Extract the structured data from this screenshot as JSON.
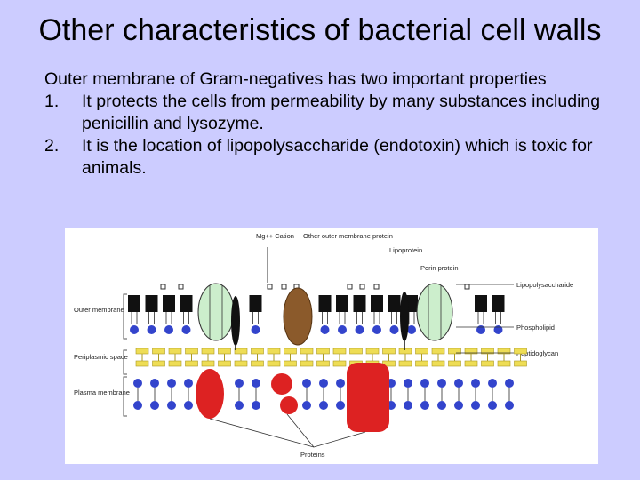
{
  "slide": {
    "title": "Other characteristics of bacterial cell walls",
    "intro": "Outer membrane of Gram-negatives has two important properties",
    "points": [
      {
        "number": "1.",
        "text": "It protects the cells from permeability by many substances including penicillin and lysozyme."
      },
      {
        "number": "2.",
        "text": "It is the location of lipopolysaccharide (endotoxin) which is toxic for animals."
      }
    ]
  },
  "figure": {
    "labels": {
      "cation": "Mg++ Cation",
      "other_outer_protein": "Other outer membrane protein",
      "lipoprotein": "Lipoprotein",
      "porin": "Porin protein",
      "lps": "Lipopolysaccharide",
      "outer_membrane": "Outer membrane",
      "phospholipid": "Phospholipid",
      "periplasmic": "Periplasmic space",
      "peptidoglycan": "Peptidoglycan",
      "plasma_membrane": "Plasma membrane",
      "proteins": "Proteins"
    },
    "colors": {
      "head": "#3344cc",
      "lps_block": "#111111",
      "peptidoglycan": "#eedd55",
      "porin": "#cceecc",
      "brown_protein": "#8b5a2b",
      "red_protein": "#dd2222",
      "background": "#ccccff"
    }
  }
}
